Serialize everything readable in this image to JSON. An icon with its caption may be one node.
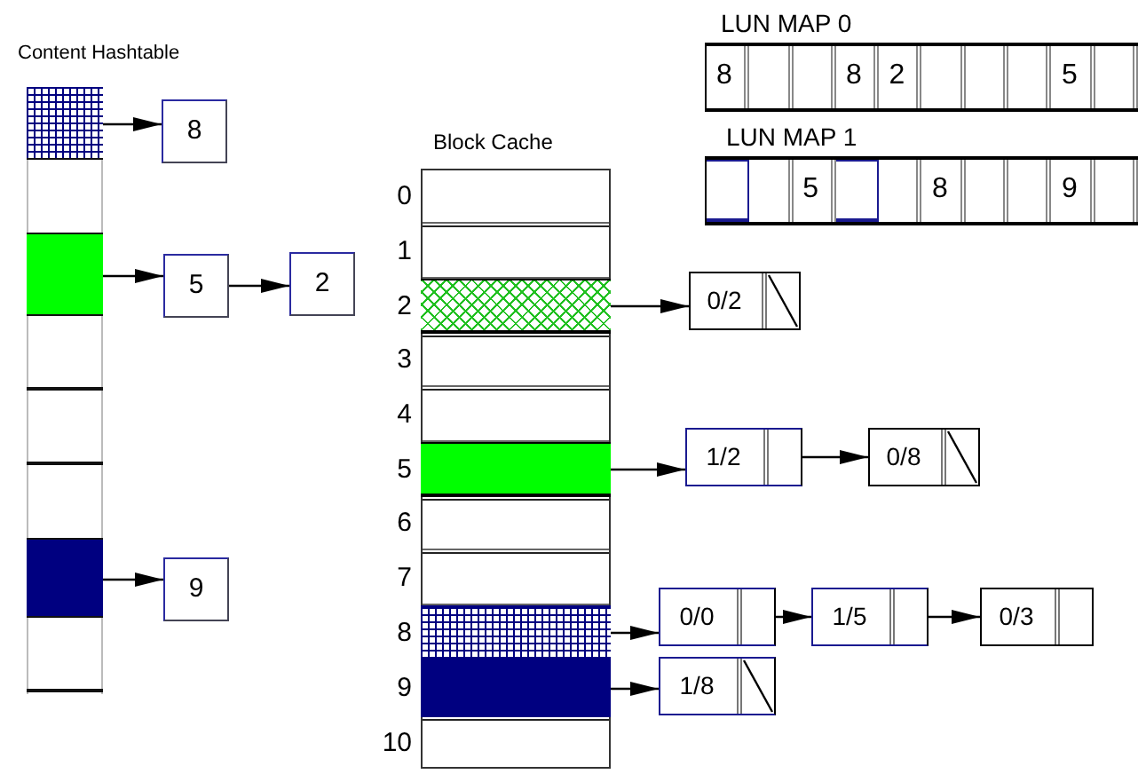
{
  "diagram": {
    "nodes": [
      {
        "text": [
          "Content Hashtable"
        ]
      },
      {
        "text": [],
        "shape": "box",
        "in": 0
      },
      {
        "text": [],
        "shape": "box",
        "in": 0
      },
      {
        "text": [],
        "shape": "box",
        "in": 0
      },
      {
        "text": [
          "8"
        ]
      },
      {
        "text": [
          "5"
        ]
      },
      {
        "text": [
          "2"
        ]
      },
      {
        "text": [
          "9"
        ]
      },
      {
        "text": [
          "Block Cache"
        ]
      },
      {
        "text": [],
        "shape": "box",
        "in": 8
      },
      {
        "text": [],
        "shape": "box",
        "in": 8
      },
      {
        "text": [],
        "shape": "box",
        "in": 8
      },
      {
        "text": [],
        "shape": "box",
        "in": 8
      },
      {
        "text": [
          "0/2"
        ]
      },
      {
        "text": [
          "1/2"
        ]
      },
      {
        "text": [
          "0/8"
        ]
      },
      {
        "text": [
          "0/0"
        ]
      },
      {
        "text": [
          "1/5"
        ]
      },
      {
        "text": [
          "0/3"
        ]
      },
      {
        "text": [
          "1/8"
        ]
      },
      {
        "text": [
          "LUN MAP 0"
        ]
      },
      {
        "text": [
          "LUN MAP 1"
        ]
      }
    ],
    "edges": [
      {
        "from": 1,
        "to": 4,
        "arrow": "to"
      },
      {
        "from": 2,
        "to": 5,
        "arrow": "to"
      },
      {
        "from": 5,
        "to": 6,
        "arrow": "to"
      },
      {
        "from": 3,
        "to": 7,
        "arrow": "to"
      },
      {
        "from": 9,
        "to": 13,
        "arrow": "to"
      },
      {
        "from": 10,
        "to": 14,
        "arrow": "to"
      },
      {
        "from": 14,
        "to": 15,
        "arrow": "to"
      },
      {
        "from": 11,
        "to": 16,
        "arrow": "to"
      },
      {
        "from": 16,
        "to": 17,
        "arrow": "to"
      },
      {
        "from": 17,
        "to": 18,
        "arrow": "to"
      },
      {
        "from": 12,
        "to": 19,
        "arrow": "to"
      }
    ],
    "labels": [
      "0",
      "1",
      "2",
      "3",
      "4",
      "5",
      "6",
      "7",
      "8",
      "9",
      "10",
      "8",
      "8",
      "2",
      "5",
      "5",
      "8",
      "9"
    ]
  }
}
